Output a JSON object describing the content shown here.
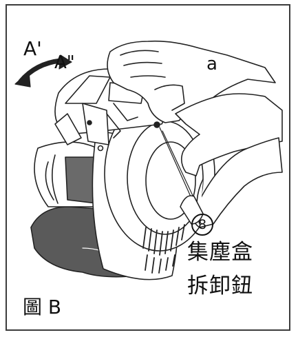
{
  "figure": {
    "caption": "圖 B",
    "labels": {
      "direction_a_prime": "A'",
      "direction_a_double_prime": "A\"",
      "point_a": "a",
      "callout_number": "8",
      "part_name_line1": "集塵盒",
      "part_name_line2": "拆卸鈕"
    }
  },
  "colors": {
    "line": "#222222",
    "fill_dark": "#555555",
    "fill_light": "#ffffff",
    "border": "#3b3b3b"
  }
}
